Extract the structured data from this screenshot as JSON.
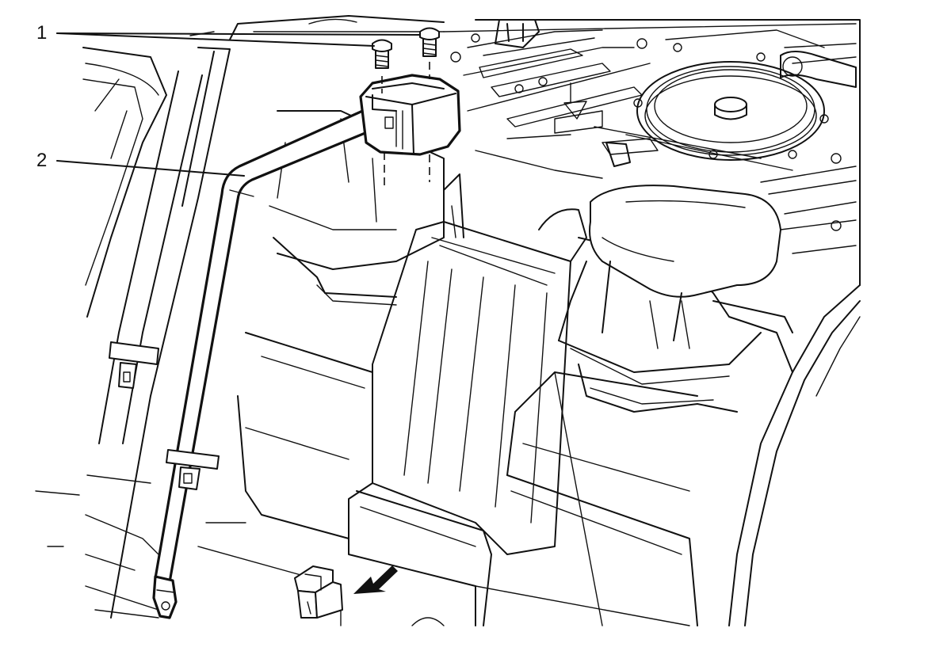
{
  "diagram": {
    "callouts": [
      {
        "number": "1",
        "refers_to": "bolt"
      },
      {
        "number": "2",
        "refers_to": "seat-belt-retractor"
      }
    ],
    "direction_arrow": "arrow-left-down"
  }
}
